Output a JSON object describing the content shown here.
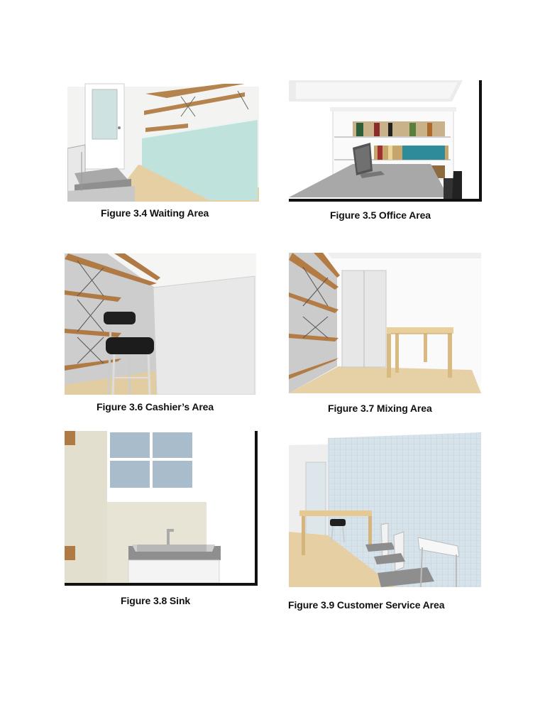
{
  "figures": [
    {
      "caption": "Figure 3.4 Waiting Area",
      "scene": "waiting-area"
    },
    {
      "caption": "Figure 3.5 Office Area",
      "scene": "office-area"
    },
    {
      "caption": "Figure 3.6 Cashier’s Area",
      "scene": "cashier-area"
    },
    {
      "caption": "Figure 3.7 Mixing Area",
      "scene": "mixing-area"
    },
    {
      "caption": "Figure 3.8 Sink",
      "scene": "sink"
    },
    {
      "caption": "Figure 3.9 Customer Service Area",
      "scene": "customer-service-area"
    }
  ]
}
